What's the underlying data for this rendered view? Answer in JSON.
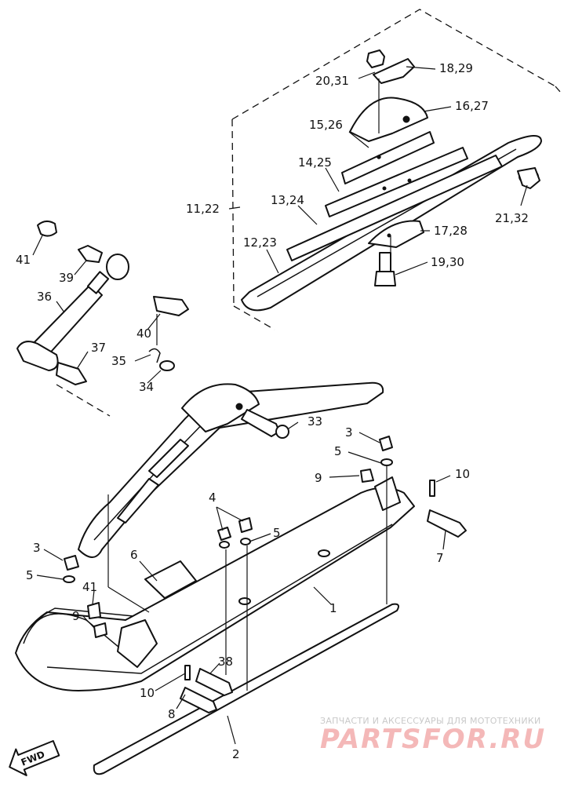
{
  "labels": {
    "p20_31": "20,31",
    "p18_29": "18,29",
    "p16_27": "16,27",
    "p15_26": "15,26",
    "p14_25": "14,25",
    "p11_22": "11,22",
    "p13_24": "13,24",
    "p21_32": "21,32",
    "p17_28": "17,28",
    "p12_23": "12,23",
    "p19_30": "19,30",
    "p41a": "41",
    "p39": "39",
    "p36": "36",
    "p40": "40",
    "p37": "37",
    "p35": "35",
    "p34": "34",
    "p33": "33",
    "p3a": "3",
    "p5a": "5",
    "p9a": "9",
    "p10a": "10",
    "p7": "7",
    "p4": "4",
    "p5b": "5",
    "p3b": "3",
    "p5c": "5",
    "p6": "6",
    "p1": "1",
    "p41b": "41",
    "p9b": "9",
    "p38": "38",
    "p10b": "10",
    "p8": "8",
    "p2": "2"
  },
  "fwd_label": "FWD",
  "watermark": {
    "caption": "ЗАПЧАСТИ И АКСЕССУАРЫ ДЛЯ МОТОТЕХНИКИ",
    "brand": "PARTSFOR.RU"
  },
  "icons": {
    "fwd": "fwd-arrow-icon"
  }
}
